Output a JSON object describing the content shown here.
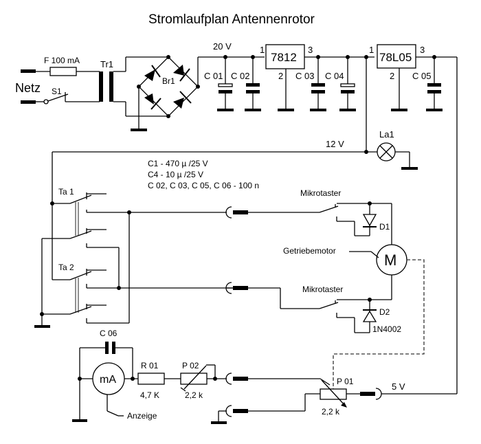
{
  "title": "Stromlaufplan Antennenrotor",
  "power_input": {
    "mains_label": "Netz",
    "fuse_label": "F 100 mA",
    "switch_label": "S1",
    "transformer_label": "Tr1",
    "rectifier_label": "Br1"
  },
  "rails": {
    "v20_label": "20 V",
    "v12_label": "12 V",
    "v5_label": "5 V"
  },
  "regulators": [
    {
      "label": "7812",
      "pin_in": "1",
      "pin_gnd": "2",
      "pin_out": "3"
    },
    {
      "label": "78L05",
      "pin_in": "1",
      "pin_gnd": "2",
      "pin_out": "3"
    }
  ],
  "capacitors": {
    "c01": "C 01",
    "c02": "C 02",
    "c03": "C 03",
    "c04": "C 04",
    "c05": "C 05",
    "c06": "C 06"
  },
  "lamp_label": "La1",
  "notes": [
    "C1 - 470 µ /25 V",
    "C4 - 10 µ /25 V",
    "C 02, C 03, C 05, C 06  - 100 n"
  ],
  "buttons": {
    "ta1": "Ta 1",
    "ta2": "Ta 2"
  },
  "motor_section": {
    "limit_switch_1": "Mikrotaster",
    "limit_switch_2": "Mikrotaster",
    "diode1": "D1",
    "diode2": "D2",
    "diode_type": "1N4002",
    "motor_label": "Getriebemotor",
    "motor_symbol": "M"
  },
  "meter_section": {
    "meter_symbol": "mA",
    "meter_label": "Anzeige",
    "r01_label": "R 01",
    "r01_value": "4,7 K",
    "p02_label": "P 02",
    "p02_value": "2,2 k",
    "p01_label": "P 01",
    "p01_value": "2,2 k"
  }
}
